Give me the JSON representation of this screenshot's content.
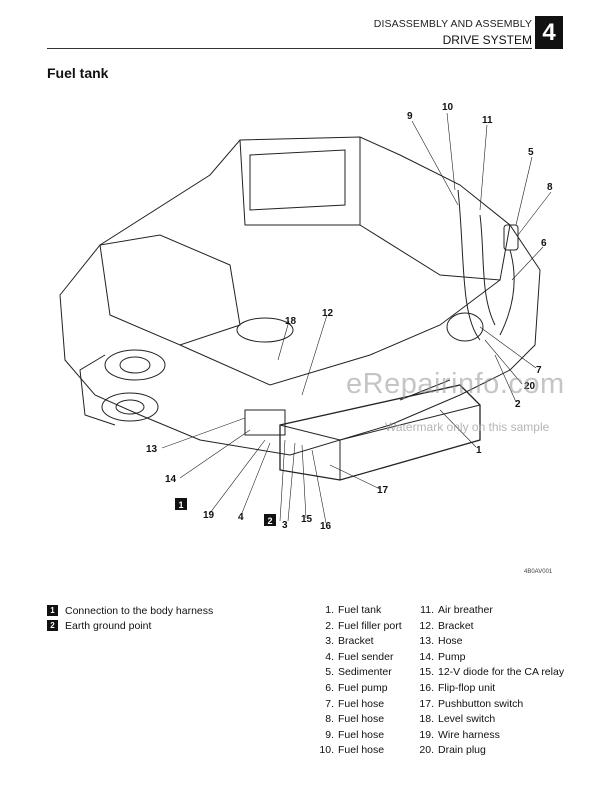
{
  "header": {
    "line1": "DISASSEMBLY AND ASSEMBLY",
    "line2": "DRIVE SYSTEM",
    "chapter": "4"
  },
  "section_title": "Fuel tank",
  "figure_code": "4B0AV001",
  "watermark": {
    "brand": "eRepairinfo.com",
    "note": "Watermark only on this sample"
  },
  "callouts": [
    "10",
    "9",
    "11",
    "5",
    "8",
    "6",
    "18",
    "12",
    "7",
    "20",
    "2",
    "1",
    "13",
    "14",
    "17",
    "1",
    "19",
    "4",
    "2",
    "3",
    "15",
    "16"
  ],
  "legend_key": [
    {
      "badge": "1",
      "text": "Connection to the body harness"
    },
    {
      "badge": "2",
      "text": "Earth ground point"
    }
  ],
  "parts_col1": [
    {
      "num": "1.",
      "name": "Fuel tank"
    },
    {
      "num": "2.",
      "name": "Fuel filler port"
    },
    {
      "num": "3.",
      "name": "Bracket"
    },
    {
      "num": "4.",
      "name": "Fuel sender"
    },
    {
      "num": "5.",
      "name": "Sedimenter"
    },
    {
      "num": "6.",
      "name": "Fuel pump"
    },
    {
      "num": "7.",
      "name": "Fuel hose"
    },
    {
      "num": "8.",
      "name": "Fuel hose"
    },
    {
      "num": "9.",
      "name": "Fuel hose"
    },
    {
      "num": "10.",
      "name": "Fuel hose"
    }
  ],
  "parts_col2": [
    {
      "num": "11.",
      "name": "Air breather"
    },
    {
      "num": "12.",
      "name": "Bracket"
    },
    {
      "num": "13.",
      "name": "Hose"
    },
    {
      "num": "14.",
      "name": "Pump"
    },
    {
      "num": "15.",
      "name": "12-V diode for the CA relay"
    },
    {
      "num": "16.",
      "name": "Flip-flop unit"
    },
    {
      "num": "17.",
      "name": "Pushbutton switch"
    },
    {
      "num": "18.",
      "name": "Level switch"
    },
    {
      "num": "19.",
      "name": "Wire harness"
    },
    {
      "num": "20.",
      "name": "Drain plug"
    }
  ]
}
